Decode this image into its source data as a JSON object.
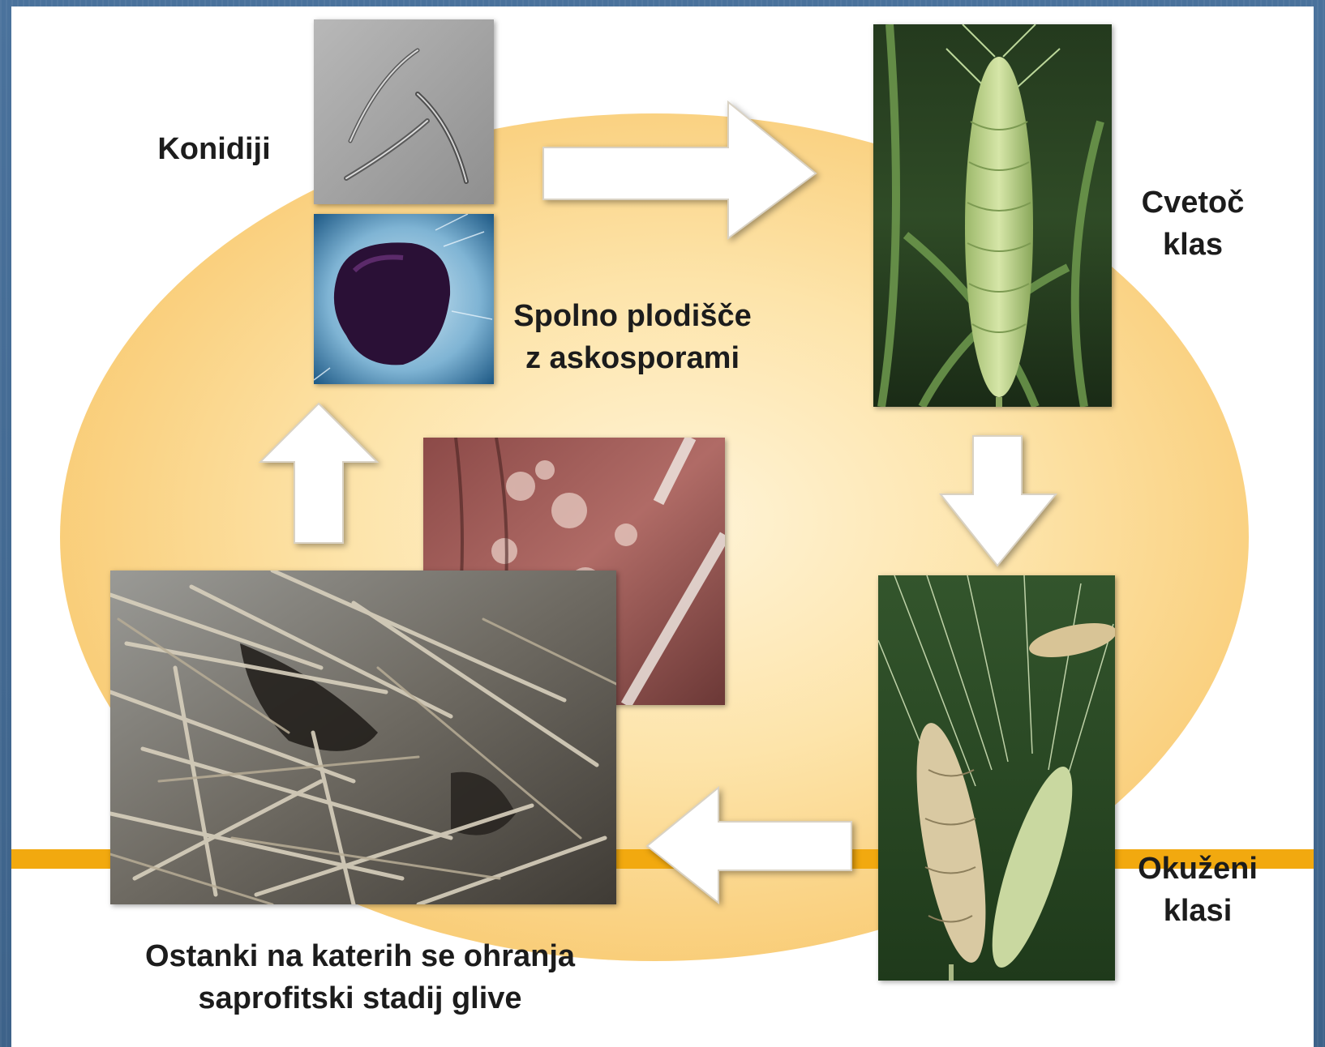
{
  "labels": {
    "conidia": "Konidiji",
    "ascocarp": [
      "Spolno plodišče",
      "z askosporami"
    ],
    "flowering": [
      "Cvetoč",
      "klas"
    ],
    "infected": [
      "Okuženi",
      "klasi"
    ],
    "residue": [
      "Ostanki na katerih se ohranja",
      "saprofitski stadij glive"
    ]
  },
  "icons": {
    "arrow_right": "arrow-right-icon",
    "arrow_down": "arrow-down-icon",
    "arrow_left": "arrow-left-icon",
    "arrow_up": "arrow-up-icon"
  },
  "colors": {
    "border": "#41668f",
    "ellipse": "#f9cd78",
    "ground_line": "#f2a90f",
    "arrow": "#ffffff"
  }
}
